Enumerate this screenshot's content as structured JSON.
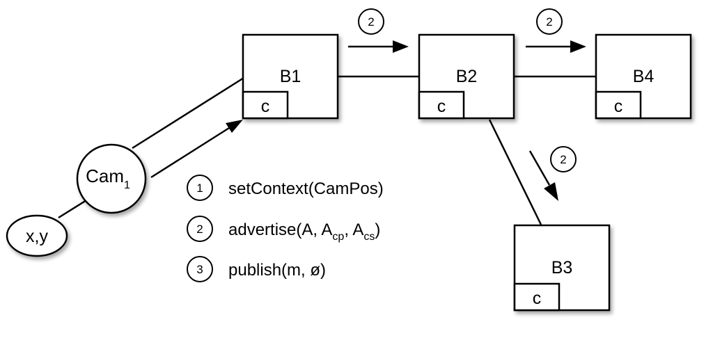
{
  "nodes": {
    "b1": {
      "label": "B1",
      "context_label": "c"
    },
    "b2": {
      "label": "B2",
      "context_label": "c"
    },
    "b3": {
      "label": "B3",
      "context_label": "c"
    },
    "b4": {
      "label": "B4",
      "context_label": "c"
    },
    "camera": {
      "label": "Cam",
      "subscript": "1"
    },
    "position": {
      "label": "x,y"
    }
  },
  "edge_steps": {
    "b1_b2": "2",
    "b2_b4": "2",
    "b2_b3": "2"
  },
  "legend": [
    {
      "number": "1",
      "text": "setContext(CamPos)"
    },
    {
      "number": "2",
      "text_before": "advertise(A, A",
      "sub1": "cp",
      "text_mid": ", A",
      "sub2": "cs",
      "text_after": ")"
    },
    {
      "number": "3",
      "text": "publish(m, ø)"
    }
  ]
}
